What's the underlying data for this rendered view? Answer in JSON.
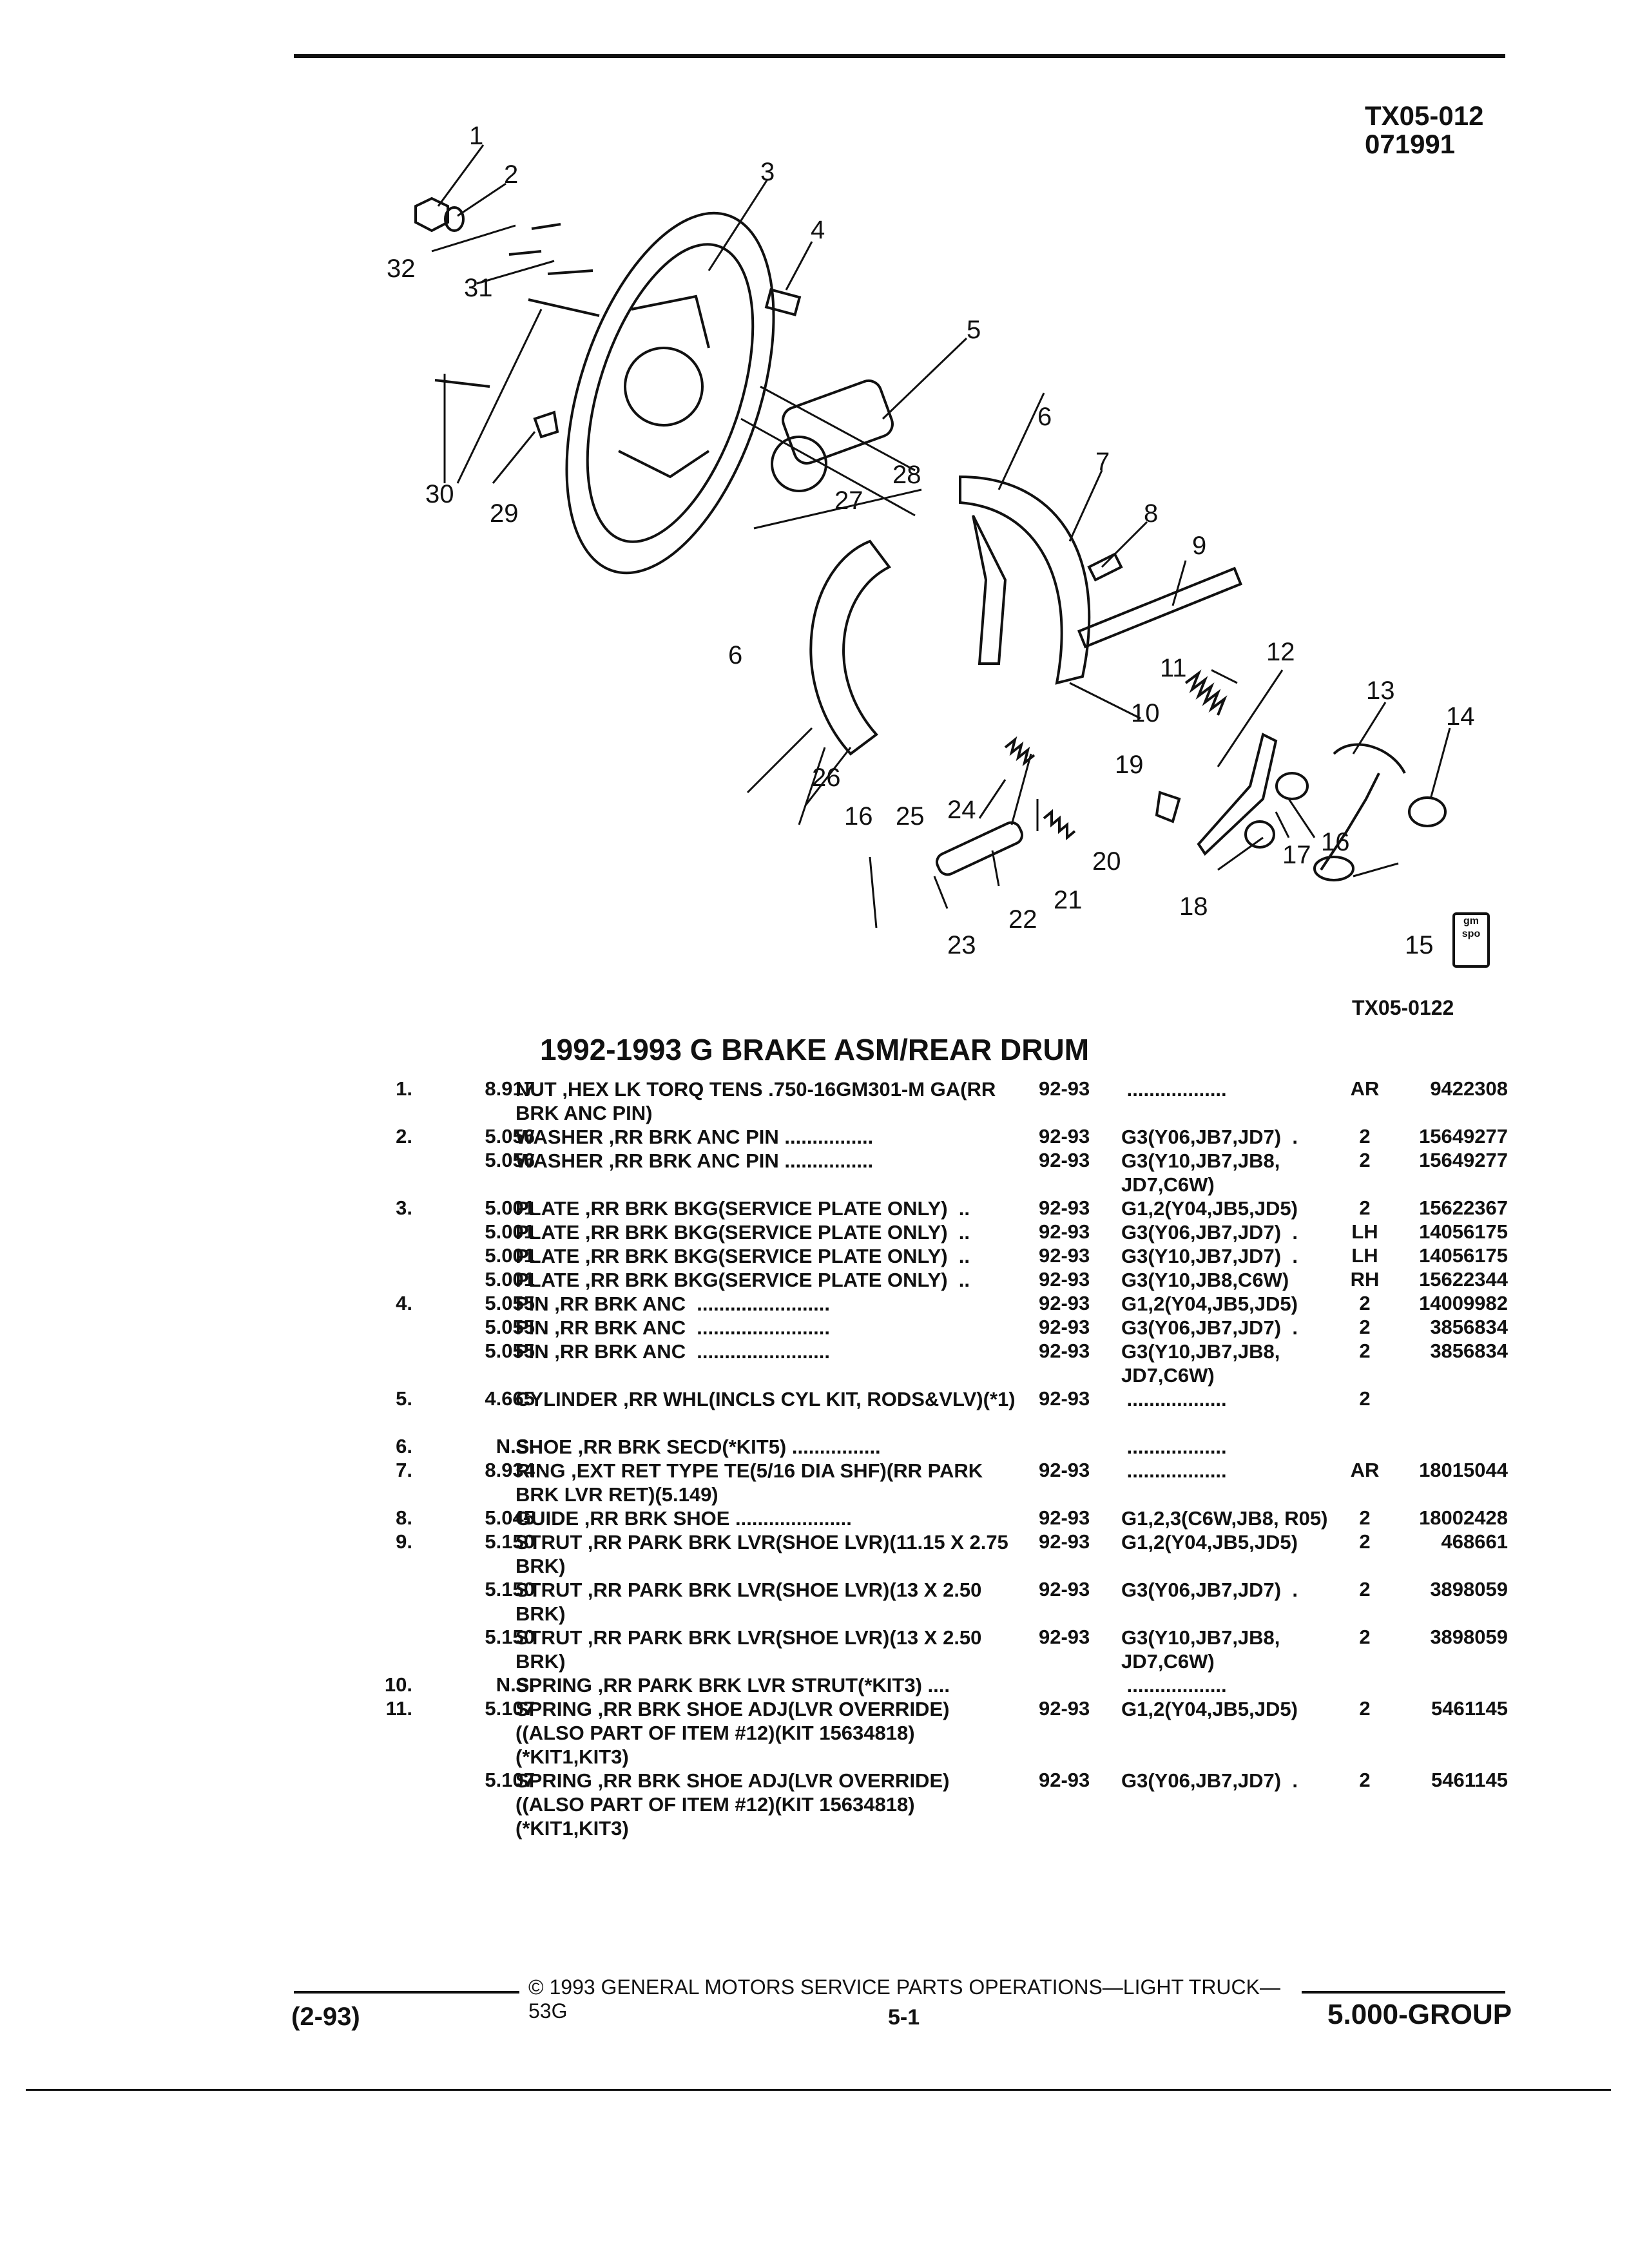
{
  "header": {
    "code_line1": "TX05-012",
    "code_line2": "071991"
  },
  "figure": {
    "code": "TX05-0122",
    "logo_text": "gm spo",
    "callouts": [
      "1",
      "2",
      "3",
      "4",
      "5",
      "6",
      "7",
      "8",
      "9",
      "6",
      "11",
      "12",
      "13",
      "14",
      "10",
      "19",
      "16",
      "17",
      "18",
      "15",
      "26",
      "16",
      "25",
      "24",
      "20",
      "21",
      "22",
      "23",
      "27",
      "28",
      "32",
      "31",
      "30",
      "29"
    ]
  },
  "title": "1992-1993 G BRAKE ASM/REAR DRUM",
  "parts": [
    {
      "item": "1.",
      "group": "8.917",
      "desc": "NUT ,HEX LK TORQ TENS .750-16GM301-M GA(RR BRK ANC PIN)",
      "year": "92-93",
      "app": " ..................",
      "qty": "AR",
      "pn": "9422308"
    },
    {
      "item": "2.",
      "group": "5.056",
      "desc": "WASHER ,RR BRK ANC PIN ................",
      "year": "92-93",
      "app": "G3(Y06,JB7,JD7)  .",
      "qty": "2",
      "pn": "15649277"
    },
    {
      "item": "",
      "group": "5.056",
      "desc": "WASHER ,RR BRK ANC PIN ................",
      "year": "92-93",
      "app": "G3(Y10,JB7,JB8, JD7,C6W)",
      "qty": "2",
      "pn": "15649277"
    },
    {
      "item": "3.",
      "group": "5.001",
      "desc": "PLATE ,RR BRK BKG(SERVICE PLATE ONLY)  ..",
      "year": "92-93",
      "app": "G1,2(Y04,JB5,JD5)",
      "qty": "2",
      "pn": "15622367"
    },
    {
      "item": "",
      "group": "5.001",
      "desc": "PLATE ,RR BRK BKG(SERVICE PLATE ONLY)  ..",
      "year": "92-93",
      "app": "G3(Y06,JB7,JD7)  .",
      "qty": "LH",
      "pn": "14056175"
    },
    {
      "item": "",
      "group": "5.001",
      "desc": "PLATE ,RR BRK BKG(SERVICE PLATE ONLY)  ..",
      "year": "92-93",
      "app": "G3(Y10,JB7,JD7)  .",
      "qty": "LH",
      "pn": "14056175"
    },
    {
      "item": "",
      "group": "5.001",
      "desc": "PLATE ,RR BRK BKG(SERVICE PLATE ONLY)  ..",
      "year": "92-93",
      "app": "G3(Y10,JB8,C6W)",
      "qty": "RH",
      "pn": "15622344"
    },
    {
      "item": "4.",
      "group": "5.055",
      "desc": "PIN ,RR BRK ANC  ........................",
      "year": "92-93",
      "app": "G1,2(Y04,JB5,JD5)",
      "qty": "2",
      "pn": "14009982"
    },
    {
      "item": "",
      "group": "5.055",
      "desc": "PIN ,RR BRK ANC  ........................",
      "year": "92-93",
      "app": "G3(Y06,JB7,JD7)  .",
      "qty": "2",
      "pn": "3856834"
    },
    {
      "item": "",
      "group": "5.055",
      "desc": "PIN ,RR BRK ANC  ........................",
      "year": "92-93",
      "app": "G3(Y10,JB7,JB8, JD7,C6W)",
      "qty": "2",
      "pn": "3856834"
    },
    {
      "item": "5.",
      "group": "4.665",
      "desc": "CYLINDER ,RR WHL(INCLS CYL KIT, RODS&VLV)(*1)",
      "year": "92-93",
      "app": " ..................",
      "qty": "2",
      "pn": ""
    },
    {
      "item": "6.",
      "group": "N.S.",
      "desc": "SHOE ,RR BRK SECD(*KIT5) ................",
      "year": "",
      "app": " ..................",
      "qty": "",
      "pn": ""
    },
    {
      "item": "7.",
      "group": "8.934",
      "desc": "RING ,EXT RET TYPE TE(5/16 DIA SHF)(RR PARK BRK LVR RET)(5.149)",
      "year": "92-93",
      "app": " ..................",
      "qty": "AR",
      "pn": "18015044"
    },
    {
      "item": "8.",
      "group": "5.045",
      "desc": "GUIDE ,RR BRK SHOE .....................",
      "year": "92-93",
      "app": "G1,2,3(C6W,JB8, R05)",
      "qty": "2",
      "pn": "18002428"
    },
    {
      "item": "9.",
      "group": "5.150",
      "desc": "STRUT ,RR PARK BRK LVR(SHOE LVR)(11.15 X 2.75 BRK)",
      "year": "92-93",
      "app": "G1,2(Y04,JB5,JD5)",
      "qty": "2",
      "pn": "468661"
    },
    {
      "item": "",
      "group": "5.150",
      "desc": "STRUT ,RR PARK BRK LVR(SHOE LVR)(13 X 2.50 BRK)",
      "year": "92-93",
      "app": "G3(Y06,JB7,JD7)  .",
      "qty": "2",
      "pn": "3898059"
    },
    {
      "item": "",
      "group": "5.150",
      "desc": "STRUT ,RR PARK BRK LVR(SHOE LVR)(13 X 2.50 BRK)",
      "year": "92-93",
      "app": "G3(Y10,JB7,JB8, JD7,C6W)",
      "qty": "2",
      "pn": "3898059"
    },
    {
      "item": "10.",
      "group": "N.S.",
      "desc": "SPRING ,RR PARK BRK LVR STRUT(*KIT3) ....",
      "year": "",
      "app": " ..................",
      "qty": "",
      "pn": ""
    },
    {
      "item": "11.",
      "group": "5.107",
      "desc": "SPRING ,RR BRK SHOE ADJ(LVR OVERRIDE) ((ALSO PART OF ITEM #12)(KIT 15634818) (*KIT1,KIT3)",
      "year": "92-93",
      "app": "G1,2(Y04,JB5,JD5)",
      "qty": "2",
      "pn": "5461145"
    },
    {
      "item": "",
      "group": "5.107",
      "desc": "SPRING ,RR BRK SHOE ADJ(LVR OVERRIDE) ((ALSO PART OF ITEM #12)(KIT 15634818) (*KIT1,KIT3)",
      "year": "92-93",
      "app": "G3(Y06,JB7,JD7)  .",
      "qty": "2",
      "pn": "5461145"
    }
  ],
  "footer": {
    "copyright": "© 1993 GENERAL MOTORS SERVICE PARTS OPERATIONS—LIGHT TRUCK—53G",
    "date": "(2-93)",
    "page": "5-1",
    "group": "5.000-GROUP"
  }
}
